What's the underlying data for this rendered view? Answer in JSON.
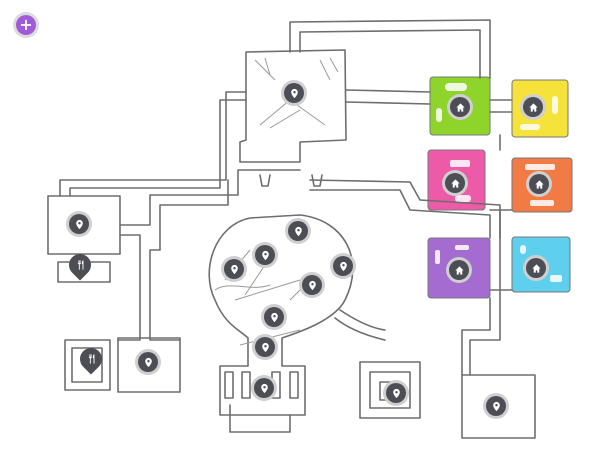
{
  "toolbar": {
    "add_button": {
      "icon": "plus-icon",
      "label": "+",
      "color": "#a25bd8"
    }
  },
  "colors": {
    "marker": "#4d4d55",
    "marker_ring": "#cfcfcf",
    "wall": "#6e6e6e"
  },
  "rooms": [
    {
      "name": "green-house",
      "color": "#8fd42a"
    },
    {
      "name": "yellow-house",
      "color": "#f5e23a"
    },
    {
      "name": "pink-house",
      "color": "#ec5aa8"
    },
    {
      "name": "orange-house",
      "color": "#f27a45"
    },
    {
      "name": "purple-house",
      "color": "#a46bd0"
    },
    {
      "name": "cyan-house",
      "color": "#5fcfee"
    }
  ],
  "markers": {
    "location_icon": "map-pin-icon",
    "house_icon": "home-icon",
    "food_icon": "fork-knife-icon"
  }
}
